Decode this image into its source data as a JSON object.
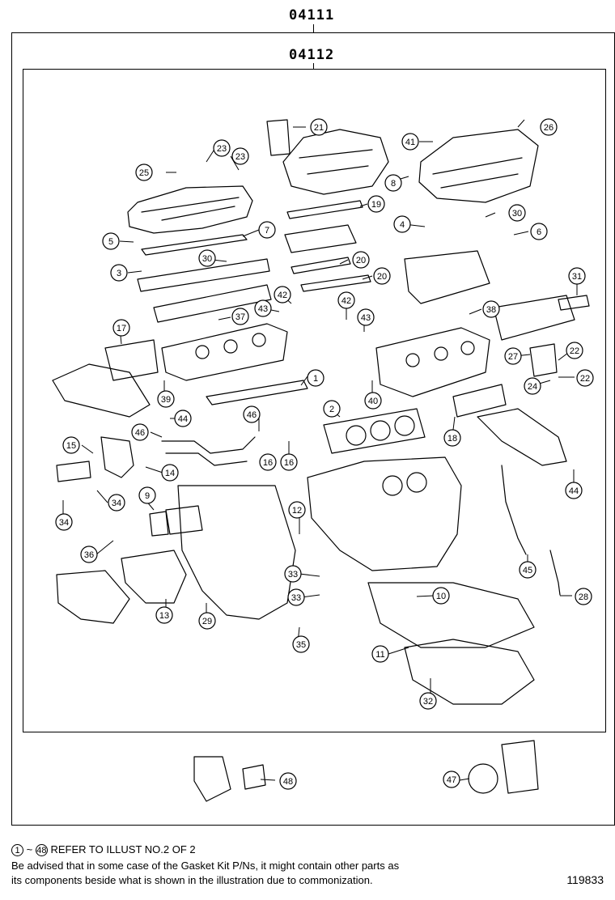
{
  "labels": {
    "outer_kit": "04111",
    "inner_kit": "04112"
  },
  "callouts": [
    {
      "n": "1"
    },
    {
      "n": "2"
    },
    {
      "n": "3"
    },
    {
      "n": "4"
    },
    {
      "n": "5"
    },
    {
      "n": "6"
    },
    {
      "n": "7"
    },
    {
      "n": "8"
    },
    {
      "n": "9"
    },
    {
      "n": "10"
    },
    {
      "n": "11"
    },
    {
      "n": "12"
    },
    {
      "n": "13"
    },
    {
      "n": "14"
    },
    {
      "n": "15"
    },
    {
      "n": "16"
    },
    {
      "n": "16"
    },
    {
      "n": "17"
    },
    {
      "n": "18"
    },
    {
      "n": "19"
    },
    {
      "n": "20"
    },
    {
      "n": "20"
    },
    {
      "n": "21"
    },
    {
      "n": "22"
    },
    {
      "n": "22"
    },
    {
      "n": "23"
    },
    {
      "n": "23"
    },
    {
      "n": "24"
    },
    {
      "n": "25"
    },
    {
      "n": "26"
    },
    {
      "n": "27"
    },
    {
      "n": "28"
    },
    {
      "n": "29"
    },
    {
      "n": "30"
    },
    {
      "n": "30"
    },
    {
      "n": "31"
    },
    {
      "n": "32"
    },
    {
      "n": "33"
    },
    {
      "n": "33"
    },
    {
      "n": "34"
    },
    {
      "n": "34"
    },
    {
      "n": "35"
    },
    {
      "n": "36"
    },
    {
      "n": "37"
    },
    {
      "n": "38"
    },
    {
      "n": "39"
    },
    {
      "n": "40"
    },
    {
      "n": "41"
    },
    {
      "n": "42"
    },
    {
      "n": "42"
    },
    {
      "n": "43"
    },
    {
      "n": "43"
    },
    {
      "n": "44"
    },
    {
      "n": "44"
    },
    {
      "n": "45"
    },
    {
      "n": "46"
    },
    {
      "n": "46"
    },
    {
      "n": "47"
    },
    {
      "n": "48"
    }
  ],
  "footer": {
    "range_start": "1",
    "range_sep": "~",
    "range_end": "48",
    "refer_text": "REFER TO ILLUST NO.2 OF 2",
    "note_line1": "Be advised that in some case of the Gasket Kit P/Ns,  it might contain other parts as",
    "note_line2": "its components beside what is shown in the illustration due to commonization.",
    "figure_id": "119833"
  }
}
